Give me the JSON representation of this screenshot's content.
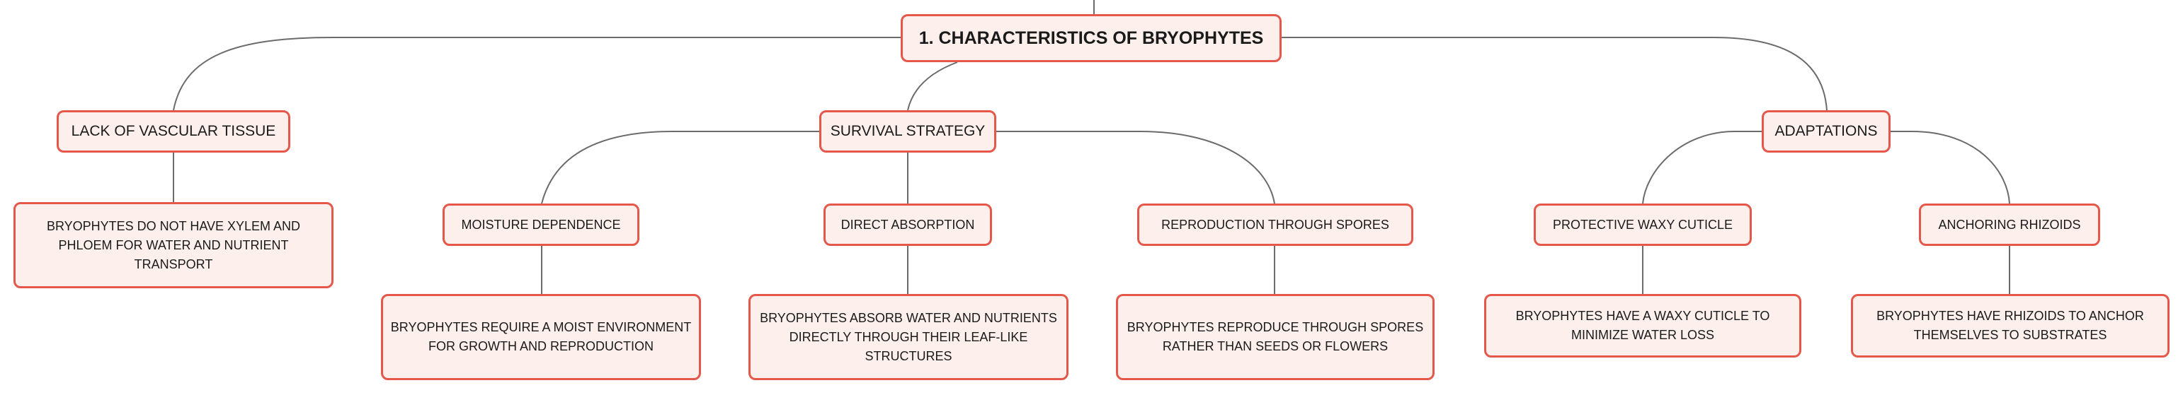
{
  "colors": {
    "node_fill": "#fdf0ec",
    "node_border": "#e4574a",
    "connector": "#6b6b6b",
    "text": "#1a1a1a"
  },
  "root": {
    "label": "1. CHARACTERISTICS OF BRYOPHYTES"
  },
  "branches": [
    {
      "label": "LACK OF VASCULAR TISSUE",
      "detail": "BRYOPHYTES DO NOT HAVE XYLEM AND PHLOEM FOR WATER AND NUTRIENT TRANSPORT"
    },
    {
      "label": "SURVIVAL STRATEGY",
      "children": [
        {
          "label": "MOISTURE DEPENDENCE",
          "detail": "BRYOPHYTES REQUIRE A MOIST ENVIRONMENT FOR GROWTH AND REPRODUCTION"
        },
        {
          "label": "DIRECT ABSORPTION",
          "detail": "BRYOPHYTES ABSORB WATER AND NUTRIENTS DIRECTLY THROUGH THEIR LEAF-LIKE STRUCTURES"
        },
        {
          "label": "REPRODUCTION THROUGH SPORES",
          "detail": "BRYOPHYTES REPRODUCE THROUGH SPORES RATHER THAN SEEDS OR FLOWERS"
        }
      ]
    },
    {
      "label": "ADAPTATIONS",
      "children": [
        {
          "label": "PROTECTIVE WAXY CUTICLE",
          "detail": "BRYOPHYTES HAVE A WAXY CUTICLE TO MINIMIZE WATER LOSS"
        },
        {
          "label": "ANCHORING RHIZOIDS",
          "detail": "BRYOPHYTES HAVE RHIZOIDS TO ANCHOR THEMSELVES TO SUBSTRATES"
        }
      ]
    }
  ]
}
